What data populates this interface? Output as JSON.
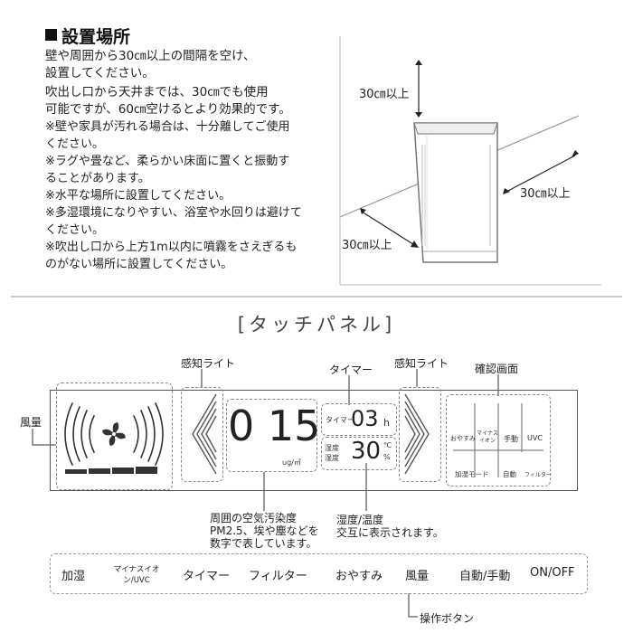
{
  "install": {
    "title": "設置場所",
    "lines": [
      "壁や周囲から30㎝以上の間隔を空け、",
      "設置してください。",
      "吹出し口から天井までは、30㎝でも使用",
      "可能ですが、60㎝空けるとより効果的です。",
      "※壁や家具が汚れる場合は、十分離してご使用",
      "ください。",
      "※ラグや畳など、柔らかい床面に置くと振動す",
      "ることがあります。",
      "※水平な場所に設置してください。",
      "※多湿環境になりやすい、浴室や水回りは避けて",
      "ください。",
      "※吹出し口から上方1m以内に噴霧をさえぎるも",
      "のがない場所に設置してください。"
    ],
    "dim_top": "30㎝以上",
    "dim_right": "30㎝以上",
    "dim_left": "30㎝以上"
  },
  "panel": {
    "title": "[タッチパネル]",
    "callouts": {
      "fan": "風量",
      "light_left": "感知ライト",
      "timer": "タイマー",
      "light_right": "感知ライト",
      "confirm": "確認画面",
      "pollution_1": "周囲の空気汚染度",
      "pollution_2": "PM2.5、埃や塵などを",
      "pollution_3": "数字で表しています。",
      "humid_1": "湿度/温度",
      "humid_2": "交互に表示されます。",
      "buttons": "操作ボタン"
    },
    "display": {
      "pm_value": "0 15",
      "pm_unit": "ug/㎥",
      "timer_label": "タイマー",
      "timer_value": "03",
      "timer_unit": "h",
      "humid_label_1": "湿度",
      "humid_label_2": "湿度",
      "humid_value": "30",
      "humid_unit_1": "℃",
      "humid_unit_2": "%"
    },
    "confirm_grid": {
      "row1": [
        "おやすみ",
        "マイナスイオン",
        "手動",
        "UVC"
      ],
      "row2": [
        "加湿モード",
        "自動",
        "フィルター"
      ]
    },
    "buttons": [
      "加湿",
      "マイナスイオン/UVC",
      "タイマー",
      "フィルター",
      "おやすみ",
      "風量",
      "自動/手動",
      "ON/OFF"
    ]
  }
}
